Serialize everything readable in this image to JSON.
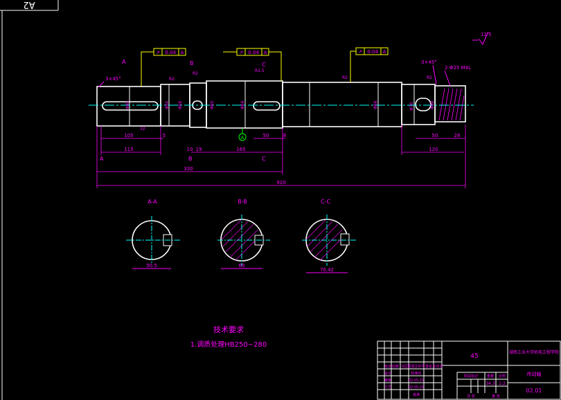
{
  "sheet": {
    "size_label": "A2"
  },
  "roughness": {
    "symbol": "12.5"
  },
  "tolerances": [
    {
      "sym": "↗",
      "value": "0.04",
      "datum": "A"
    },
    {
      "sym": "↗",
      "value": "0.04",
      "datum": "A"
    },
    {
      "sym": "↗",
      "value": "0.04",
      "datum": "A"
    }
  ],
  "callouts": {
    "chamfer_left": "3×45°",
    "chamfer_right": "3×45°",
    "thread": "2-Φ25 M4L",
    "r_left": "R2",
    "r_mid": "R2",
    "r15": "R1.5",
    "r_right": "R2",
    "section_a": "A",
    "section_b": "B",
    "section_c": "C",
    "datum": "A",
    "d_phi45": "Φ45",
    "d_phi50": "Φ50",
    "d_phi56": "Φ56",
    "d_phi60": "Φ60",
    "d_phi64": "Φ64",
    "d_phi68": "Φ68",
    "d_phi70": "Φ70",
    "d_phi58": "Φ58"
  },
  "dimensions": {
    "d105": "105",
    "d5": "5",
    "d115": "115",
    "d10": "10",
    "d19": "19",
    "d165": "165",
    "d50a": "50",
    "d8": "8",
    "d50b": "50",
    "d28": "28",
    "d120": "120",
    "d330": "330",
    "d920": "920",
    "d32": "32"
  },
  "sections": [
    {
      "label": "A-A",
      "dim": "50.5"
    },
    {
      "label": "B-B",
      "dim": "60"
    },
    {
      "label": "C-C",
      "dim": "70.42"
    }
  ],
  "notes": {
    "heading": "技术要求",
    "line1": "1.调质处理HB250~280"
  },
  "title_block": {
    "material": "45",
    "school": "湖南工业大学机电工程学院",
    "part_name": "传动轴",
    "drawing_no": "02.01",
    "mark_stage": "阶段标记",
    "weight_label": "重量",
    "scale_label": "比例",
    "weight": "34.3",
    "scale": "1:2",
    "design": "设计",
    "check": "审核",
    "process": "工艺",
    "date1": "02.05.21",
    "date2": "02.05.21",
    "std": "标准化",
    "approve": "批准",
    "mark": "标记",
    "count": "处数",
    "zone": "分区",
    "file": "更改文件号",
    "sign": "签名",
    "ymd": "年月日",
    "sheets": "共 张",
    "sheet_no": "第 张"
  },
  "colors": {
    "outline": "#ffffff",
    "dim": "#ff00ff",
    "center": "#00ffff",
    "hatch": "#ff00ff",
    "datum": "#00ff00",
    "tolerance": "#ffff00"
  }
}
